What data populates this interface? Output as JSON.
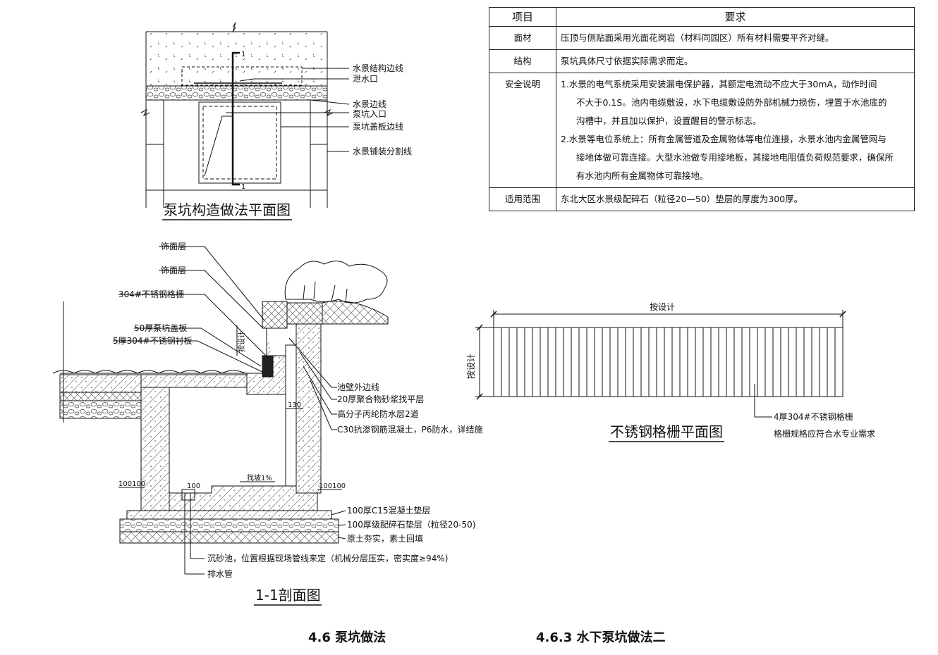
{
  "plan": {
    "title": "泵坑构造做法平面图",
    "labels": [
      "水景结构边线",
      "泄水口",
      "水景边线",
      "泵坑入口",
      "泵坑盖板边线",
      "水景铺装分割线"
    ],
    "section_mark": "1"
  },
  "section": {
    "title": "1-1剖面图",
    "left_labels": [
      "饰面层",
      "饰面层",
      "304#不锈钢格栅",
      "50厚泵坑盖板",
      "5厚304#不锈钢衬板"
    ],
    "right_labels": [
      "池壁外边线",
      "20厚聚合物砂浆找平层",
      "高分子丙纶防水层2道",
      "C30抗渗钢筋混凝土，P6防水，详结施"
    ],
    "bottom_labels": [
      "100厚C15混凝土垫层",
      "100厚级配碎石垫层（粒径20-50)",
      "原土夯实，素土回填",
      "沉砂池，位置根据现场管线来定（机械分层压实，密实度≥94%)",
      "排水管"
    ],
    "dims": {
      "d130": "130",
      "d100l": "100100",
      "d100r": "100100",
      "d100": "100",
      "slope": "找坡1%",
      "by_design": "按设计"
    }
  },
  "grate": {
    "title": "不锈钢格栅平面图",
    "top_dim": "按设计",
    "side_dim": "按设计",
    "note1": "4厚304#不锈钢格栅",
    "note2": "格栅规格应符合水专业需求"
  },
  "spec_table": {
    "headers": [
      "项目",
      "要求"
    ],
    "rows": [
      {
        "key": "面材",
        "lines": [
          "压顶与侧贴面采用光面花岗岩（材料同园区）所有材料需要平齐对缝。"
        ]
      },
      {
        "key": "结构",
        "lines": [
          "泵坑具体尺寸依据实际需求而定。"
        ]
      },
      {
        "key": "安全说明",
        "lines": [
          "1.水景的电气系统采用安装漏电保护器，其额定电流动不应大于30mA，动作时间",
          "不大于0.1S。池内电缆敷设，水下电缆敷设防外部机械力损伤，埋置于水池底的",
          "沟槽中，并且加以保护，设置醒目的警示标志。",
          "2.水景等电位系统上：所有金属管道及金属物体等电位连接，水景水池内金属管网与",
          "接地体做可靠连接。大型水池做专用接地板，其接地电阻值负荷规范要求，确保所",
          "有水池内所有金属物体可靠接地。"
        ]
      },
      {
        "key": "适用范围",
        "lines": [
          "东北大区水景级配碎石（粒径20—50）垫层的厚度为300厚。"
        ]
      }
    ]
  },
  "footer": {
    "left": "4.6 泵坑做法",
    "right": "4.6.3 水下泵坑做法二"
  },
  "colors": {
    "line": "#111111",
    "hatch": "#444444"
  }
}
